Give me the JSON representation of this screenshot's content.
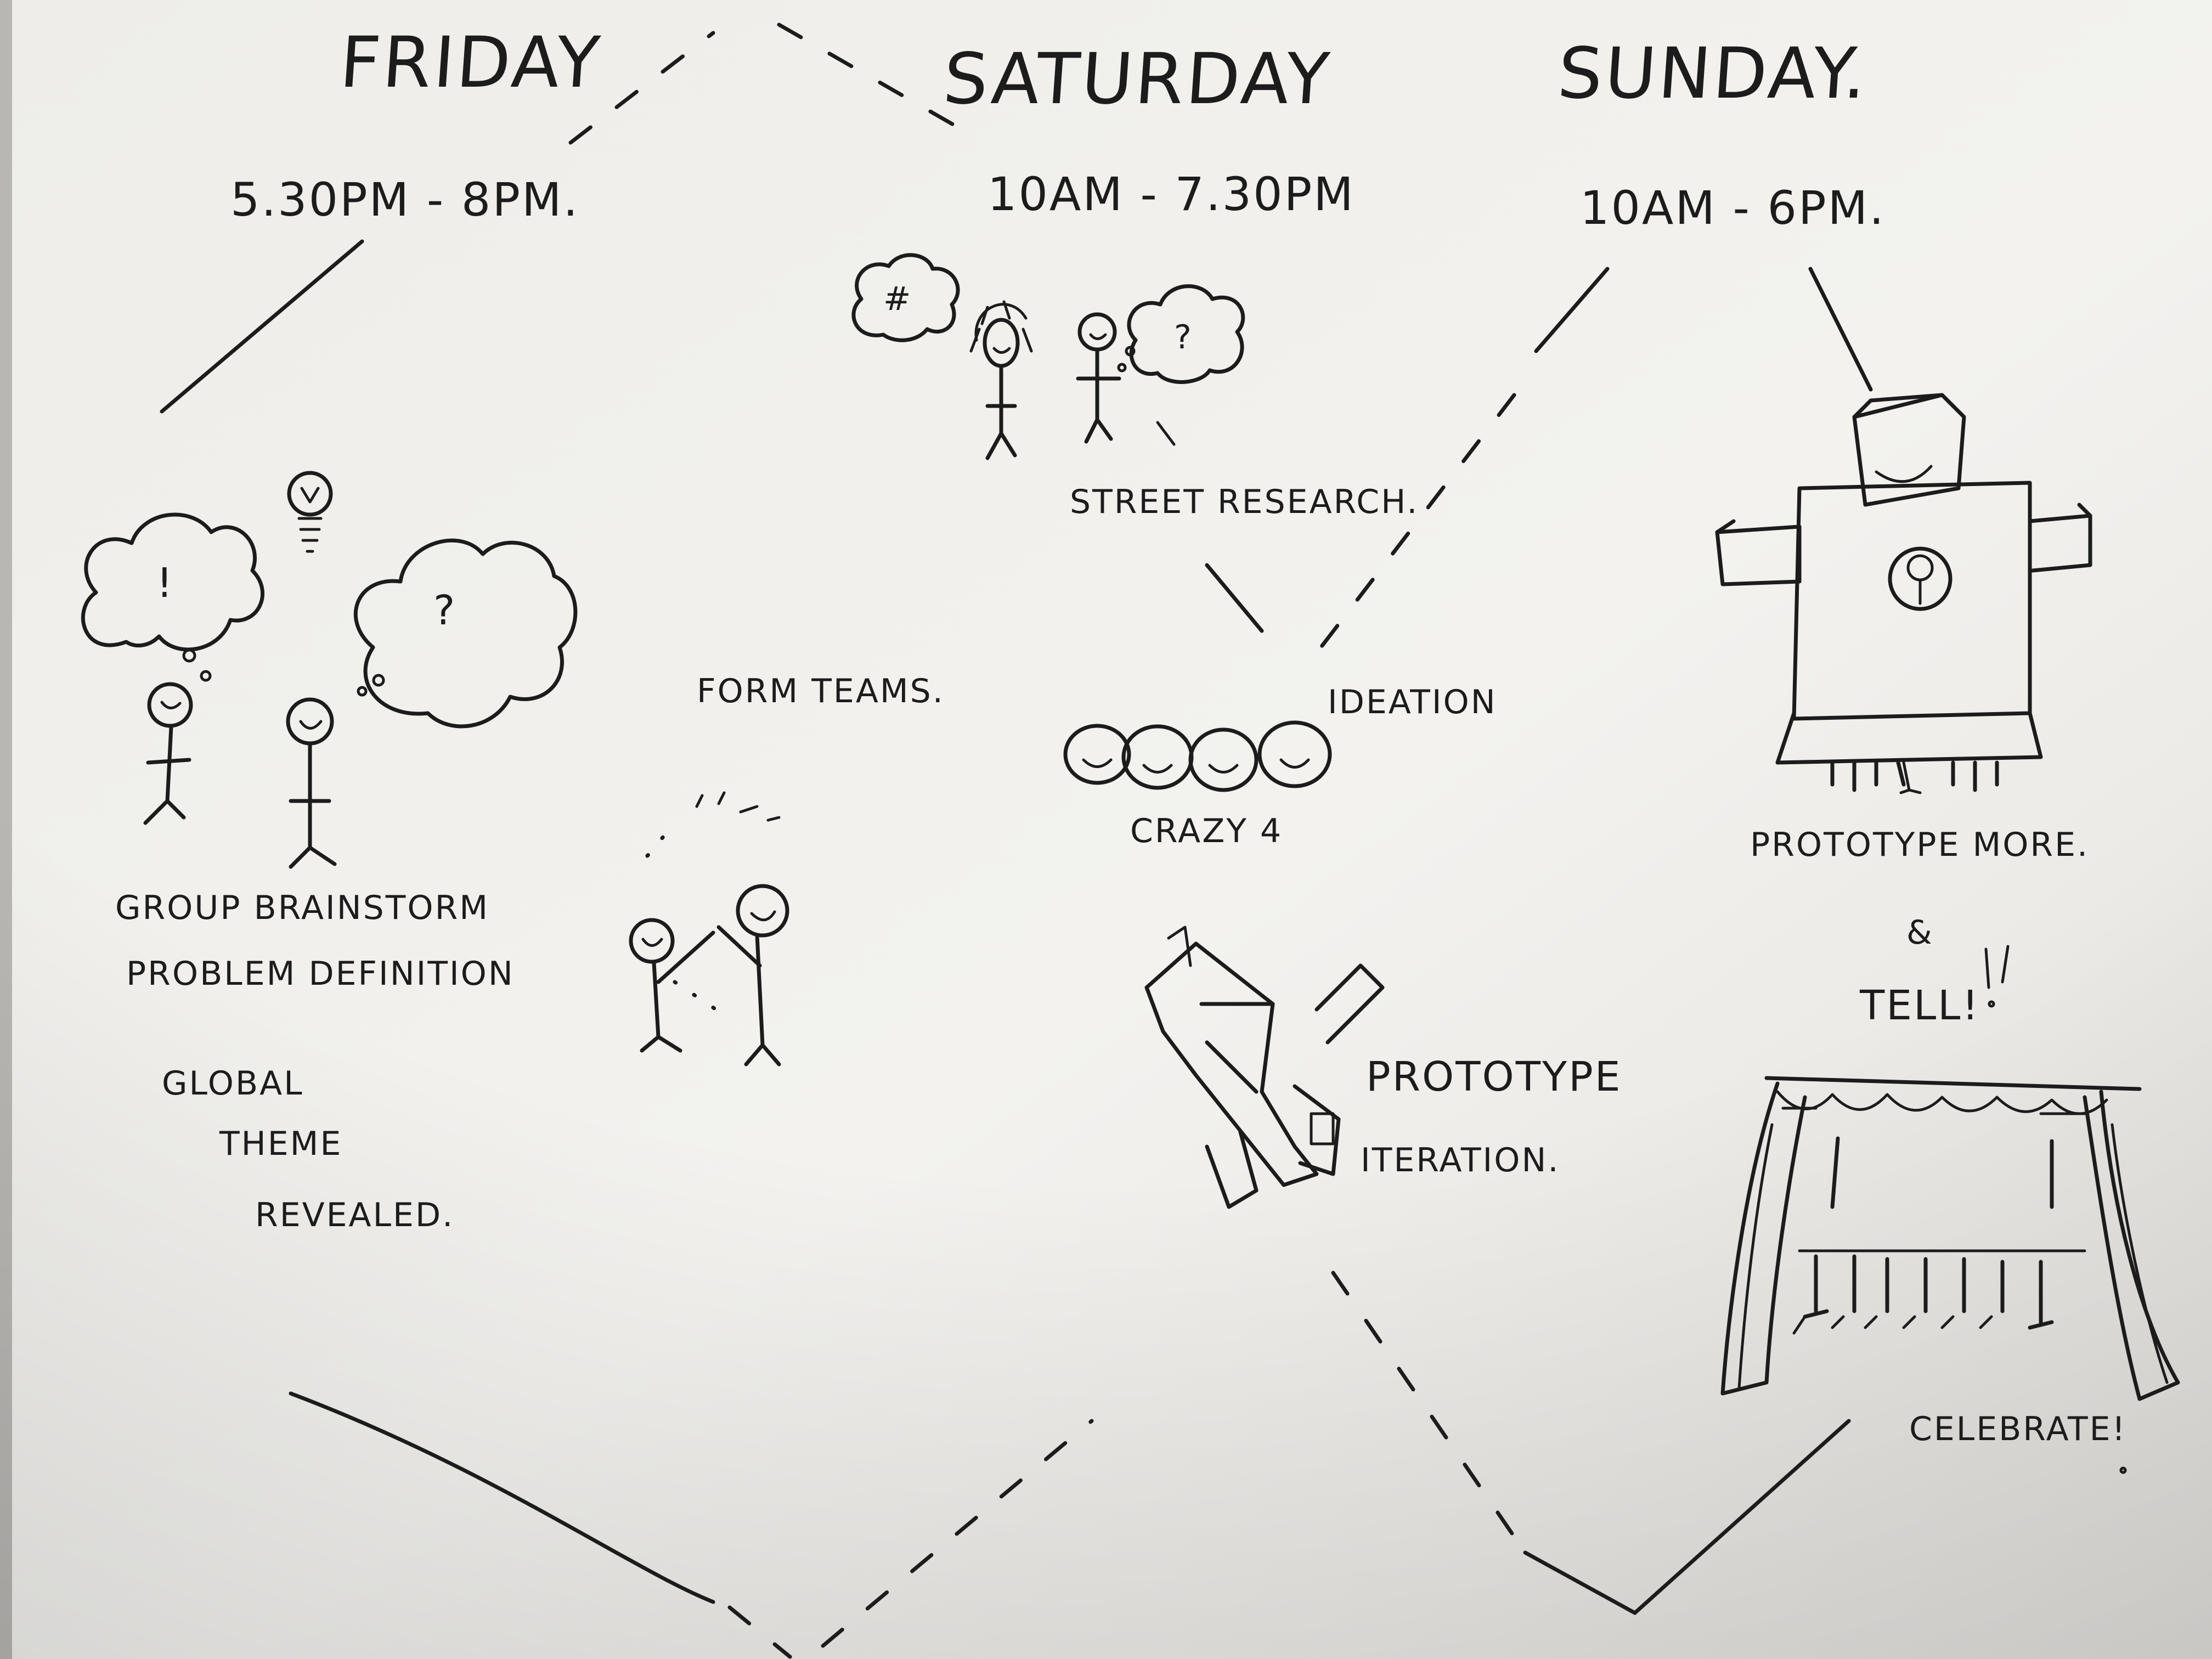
{
  "photo": {
    "paper_color": "#f1f0ed",
    "ink_color": "#1c1c1c",
    "frame_color": "#8c8a88"
  },
  "days": [
    {
      "name": "Friday",
      "time": "5.30PM - 8PM."
    },
    {
      "name": "Saturday",
      "time": "10AM - 7.30PM"
    },
    {
      "name": "Sunday.",
      "time": "10AM - 6PM."
    }
  ],
  "friday": {
    "exclaim_mark": "!",
    "question_mark": "?",
    "line1": "Group Brainstorm",
    "line2": "Problem Definition",
    "theme1": "Global",
    "theme2": "theme",
    "theme3": "revealed."
  },
  "teams": {
    "label": "Form Teams."
  },
  "saturday": {
    "hash_mark": "#",
    "question_mark": "?",
    "street": "Street Research.",
    "ideation": "Ideation",
    "crazy": "Crazy 4",
    "proto1": "Prototype",
    "proto2": "Iteration."
  },
  "sunday": {
    "more": "Prototype More.",
    "amp": "&",
    "tell": "tell!",
    "celebrate": "Celebrate!"
  },
  "icons": {
    "thought_cloud": "thought-cloud-icon",
    "lightbulb": "lightbulb-icon",
    "stick_figure": "stick-figure-icon",
    "smiley": "smiley-face-icon",
    "robot": "robot-costume-icon",
    "stage": "stage-curtain-icon",
    "prototype": "cardboard-prototype-icon"
  }
}
